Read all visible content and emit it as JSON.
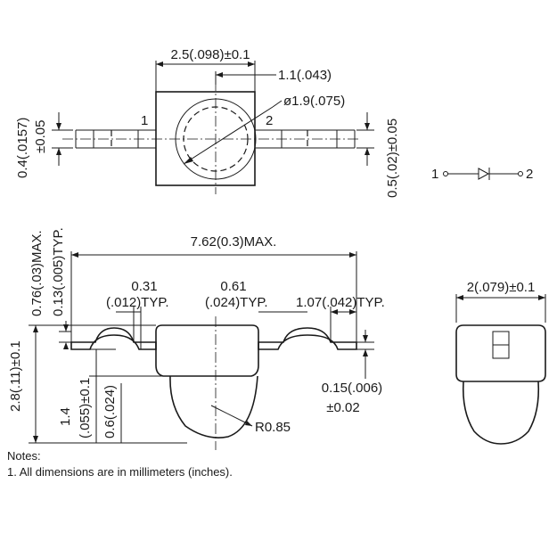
{
  "top_view": {
    "width_dim": "2.5(.098)±0.1",
    "offset_dim": "1.1(.043)",
    "lens_dim": "ø1.9(.075)",
    "pin1_label": "1",
    "pin2_label": "2",
    "lead_thickness_dim_a": "0.4(.0157)",
    "lead_thickness_dim_b": "±0.05",
    "lead_width_dim_a": "0.5(.02)±0.05"
  },
  "schematic": {
    "anode_label": "1",
    "cathode_label": "2"
  },
  "side_view": {
    "overall_length_dim": "7.62(0.3)MAX.",
    "max_height_dim": "0.76(.03)MAX.",
    "typ_height_dim": "0.13(.005)TYP.",
    "dim_031_a": "0.31",
    "dim_031_b": "(.012)TYP.",
    "dim_061_a": "0.61",
    "dim_061_b": "(.024)TYP.",
    "dim_107": "1.07(.042)TYP.",
    "total_height_dim": "2.8(.11)±0.1",
    "body_height_dim_a": "1.4",
    "body_height_dim_b": "(.055)±0.1",
    "dome_height_dim": "0.6(.024)",
    "radius_dim": "R0.85",
    "lead_thick_dim_a": "0.15(.006)",
    "lead_thick_dim_b": "±0.02"
  },
  "end_view": {
    "width_dim": "2(.079)±0.1"
  },
  "notes": {
    "heading": "Notes:",
    "items": [
      "1. All dimensions are in millimeters (inches)."
    ]
  }
}
